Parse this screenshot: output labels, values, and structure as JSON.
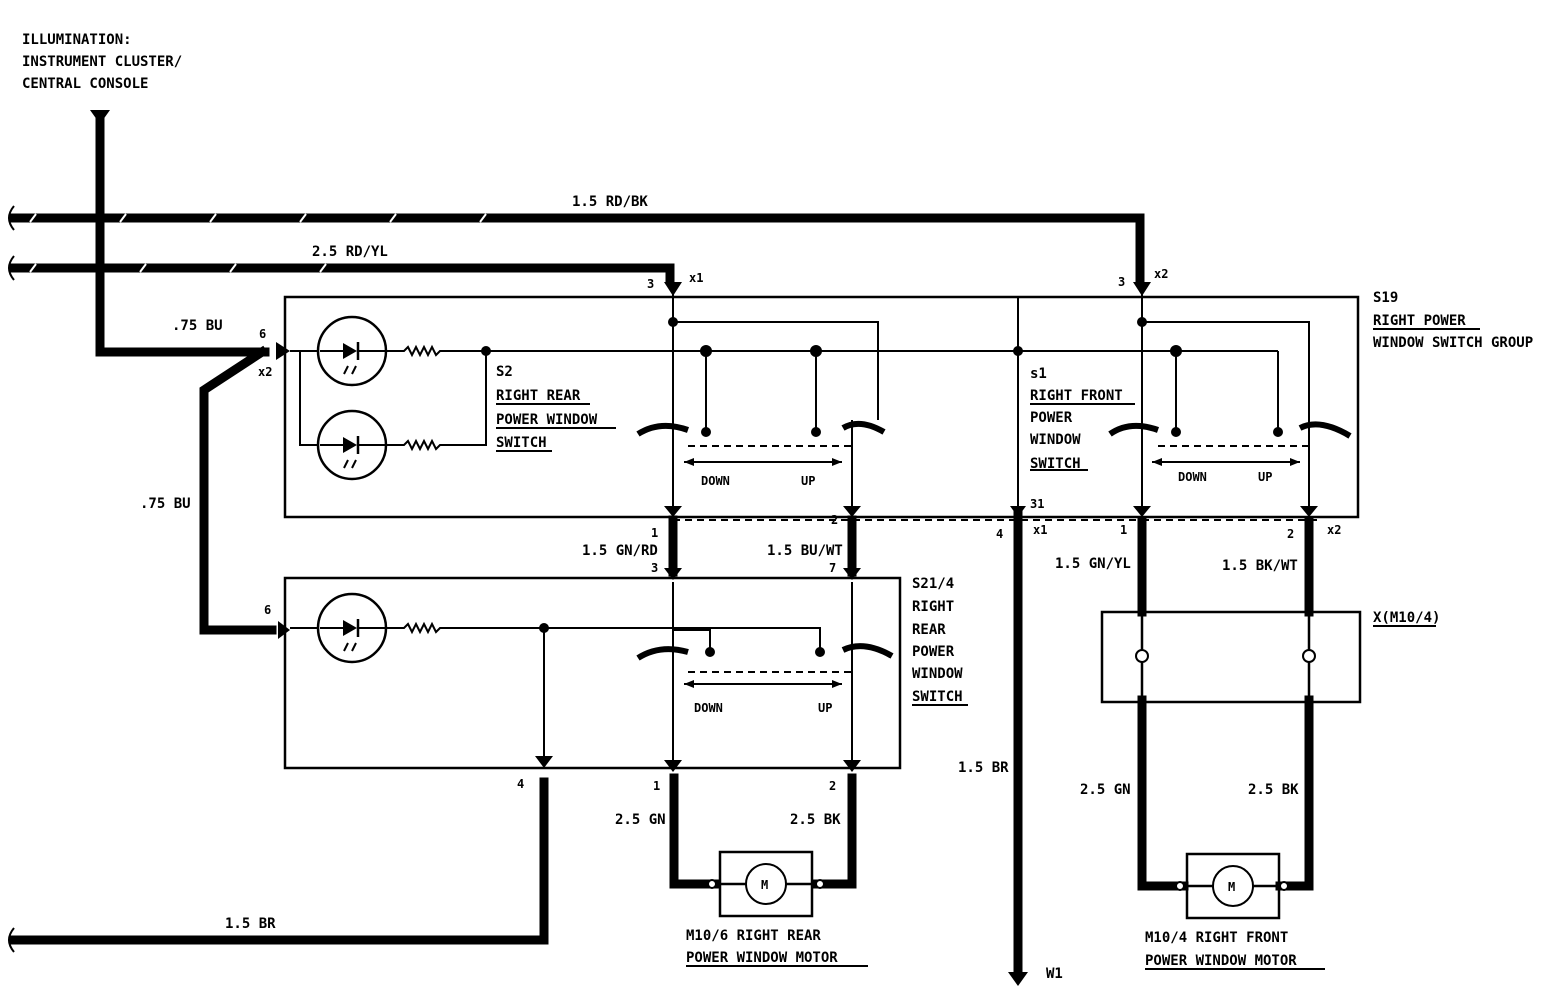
{
  "header": {
    "illumination_lines": [
      "ILLUMINATION:",
      "INSTRUMENT CLUSTER/",
      "CENTRAL CONSOLE"
    ]
  },
  "wires": {
    "rd_bk": "1.5 RD/BK",
    "rd_yl": "2.5 RD/YL",
    "bu_top": ".75 BU",
    "bu_left": ".75 BU",
    "gn_rd": "1.5 GN/RD",
    "bu_wt": "1.5 BU/WT",
    "gn_yl": "1.5 GN/YL",
    "bk_wt": "1.5 BK/WT",
    "br_center": "1.5 BR",
    "br_bottom": "1.5 BR",
    "gn_rear": "2.5 GN",
    "bk_rear": "2.5 BK",
    "gn_front": "2.5 GN",
    "bk_front": "2.5 BK"
  },
  "components": {
    "s19_lines": [
      "S19",
      "RIGHT POWER",
      "WINDOW SWITCH GROUP"
    ],
    "s2_lines": [
      "S2",
      "RIGHT REAR",
      "POWER WINDOW",
      "SWITCH"
    ],
    "s1_lines": [
      "s1",
      "RIGHT FRONT",
      "POWER",
      "WINDOW",
      "SWITCH"
    ],
    "s214_lines": [
      "S21/4",
      "RIGHT",
      "REAR",
      "POWER",
      "WINDOW",
      "SWITCH"
    ],
    "connector_m104": "X(M10/4)",
    "m106_lines": [
      "M10/6 RIGHT REAR",
      "POWER WINDOW MOTOR"
    ],
    "m104_lines": [
      "M10/4 RIGHT FRONT",
      "POWER WINDOW MOTOR"
    ],
    "motor_symbol": "M",
    "ground": "W1"
  },
  "switch_labels": {
    "down": "DOWN",
    "up": "UP"
  },
  "pins": {
    "x1": "x1",
    "x2": "x2",
    "p1": "1",
    "p2": "2",
    "p3": "3",
    "p4": "4",
    "p6": "6",
    "p7": "7",
    "p31": "31"
  }
}
